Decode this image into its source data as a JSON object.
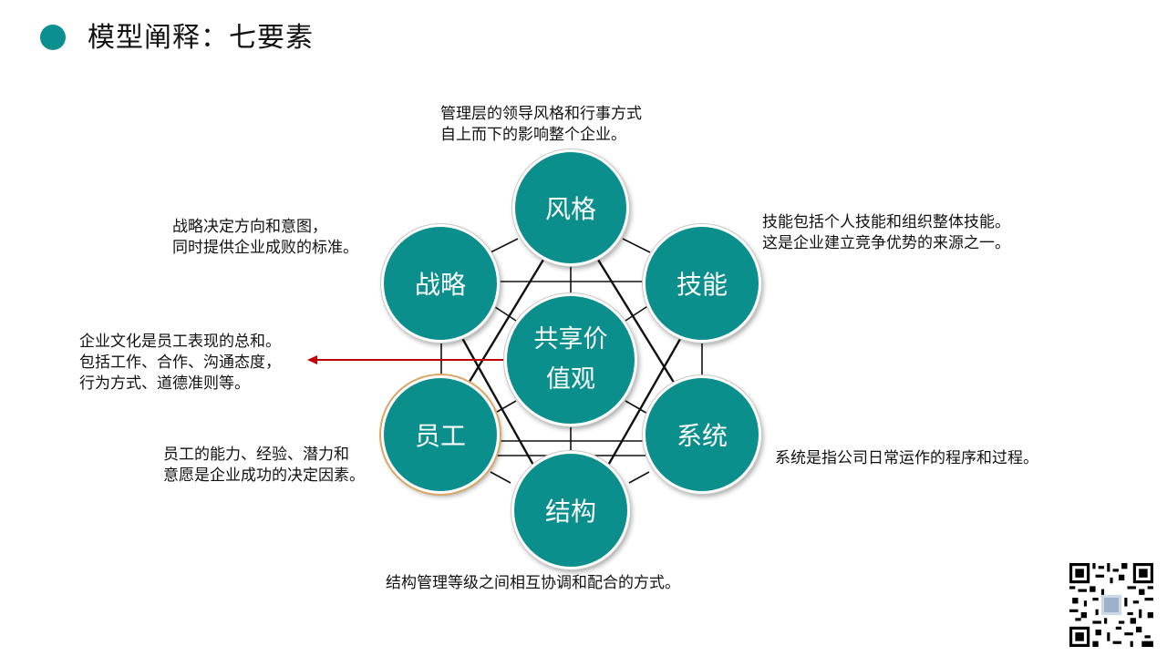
{
  "header": {
    "title": "模型阐释：七要素"
  },
  "diagram": {
    "nodes": {
      "style": "风格",
      "skills": "技能",
      "systems": "系统",
      "structure": "结构",
      "staff": "员工",
      "strategy": "战略",
      "shared_values_line1": "共享价",
      "shared_values_line2": "值观"
    },
    "descriptions": {
      "style": [
        "管理层的领导风格和行事方式",
        "自上而下的影响整个企业。"
      ],
      "skills": [
        "技能包括个人技能和组织整体技能。",
        "这是企业建立竞争优势的来源之一。"
      ],
      "systems": [
        "系统是指公司日常运作的程序和过程。"
      ],
      "structure": [
        "结构管理等级之间相互协调和配合的方式。"
      ],
      "staff": [
        "员工的能力、经验、潜力和",
        "意愿是企业成功的决定因素。"
      ],
      "strategy": [
        "战略决定方向和意图，",
        "同时提供企业成败的标准。"
      ],
      "shared_values": [
        "企业文化是员工表现的总和。",
        "包括工作、合作、沟通态度，",
        "行为方式、道德准则等。"
      ]
    },
    "colors": {
      "node_fill": "#0a8f8c",
      "arrow": "#c00000",
      "line": "#111111"
    }
  }
}
